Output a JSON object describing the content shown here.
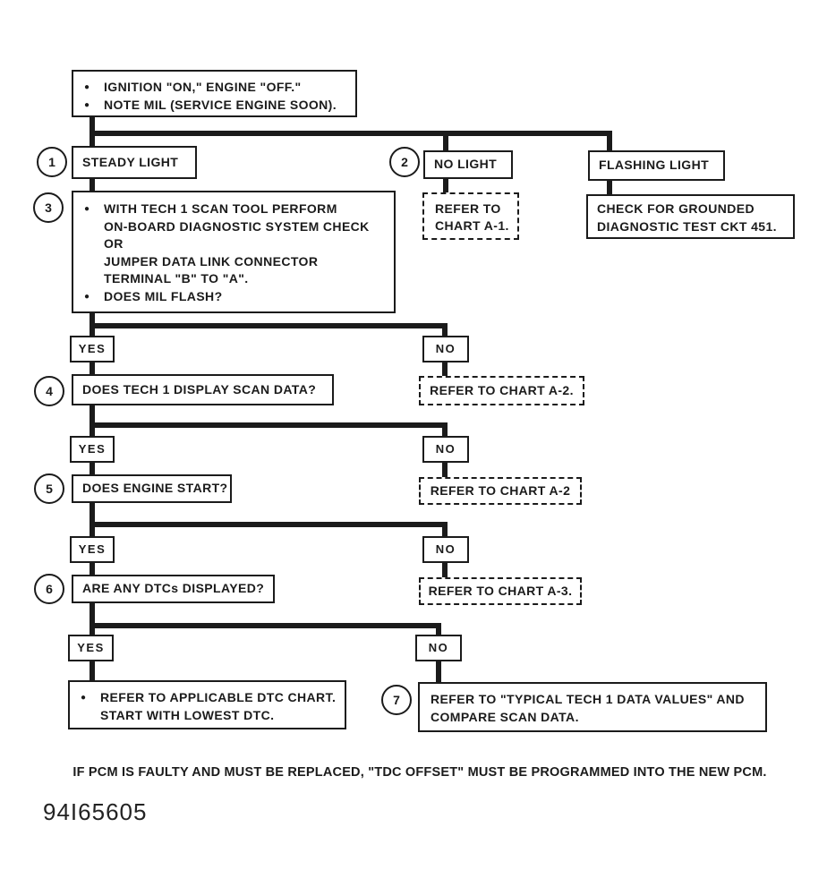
{
  "colors": {
    "ink": "#1b1b1b",
    "paper": "#ffffff"
  },
  "start": {
    "bullets": [
      "IGNITION \"ON,\" ENGINE \"OFF.\"",
      "NOTE MIL (SERVICE ENGINE SOON)."
    ]
  },
  "branches": {
    "steady": {
      "step": "1",
      "label": "STEADY LIGHT"
    },
    "no_light": {
      "step": "2",
      "label": "NO LIGHT",
      "refer_lines": [
        "REFER TO",
        "CHART A-1."
      ]
    },
    "flashing": {
      "label": "FLASHING LIGHT",
      "action_lines": [
        "CHECK FOR GROUNDED",
        "DIAGNOSTIC TEST CKT 451."
      ]
    }
  },
  "diag": {
    "step": "3",
    "bullet1_lines": [
      "WITH TECH 1 SCAN TOOL PERFORM",
      "ON-BOARD DIAGNOSTIC SYSTEM CHECK",
      "OR",
      "JUMPER DATA LINK CONNECTOR",
      "TERMINAL \"B\" TO \"A\"."
    ],
    "bullet2": "DOES MIL FLASH?"
  },
  "decisions": [
    {
      "step": "4",
      "yes": "YES",
      "no": "NO",
      "question": "DOES TECH 1 DISPLAY SCAN DATA?",
      "refer": "REFER TO CHART A-2."
    },
    {
      "step": "5",
      "yes": "YES",
      "no": "NO",
      "question": "DOES ENGINE START?",
      "refer": "REFER TO CHART A-2"
    },
    {
      "step": "6",
      "yes": "YES",
      "no": "NO",
      "question": "ARE ANY DTCs DISPLAYED?",
      "refer": "REFER TO CHART A-3."
    }
  ],
  "final": {
    "yes": "YES",
    "no": "NO",
    "yes_action_lines": [
      "REFER TO APPLICABLE DTC CHART.",
      "START WITH LOWEST DTC."
    ],
    "no_step": "7",
    "no_action_lines": [
      "REFER TO \"TYPICAL TECH 1 DATA VALUES\" AND",
      "COMPARE SCAN DATA."
    ]
  },
  "footer": {
    "note": "IF PCM IS FAULTY AND MUST BE REPLACED, \"TDC OFFSET\" MUST BE PROGRAMMED INTO THE NEW PCM.",
    "doc_id": "94I65605"
  }
}
